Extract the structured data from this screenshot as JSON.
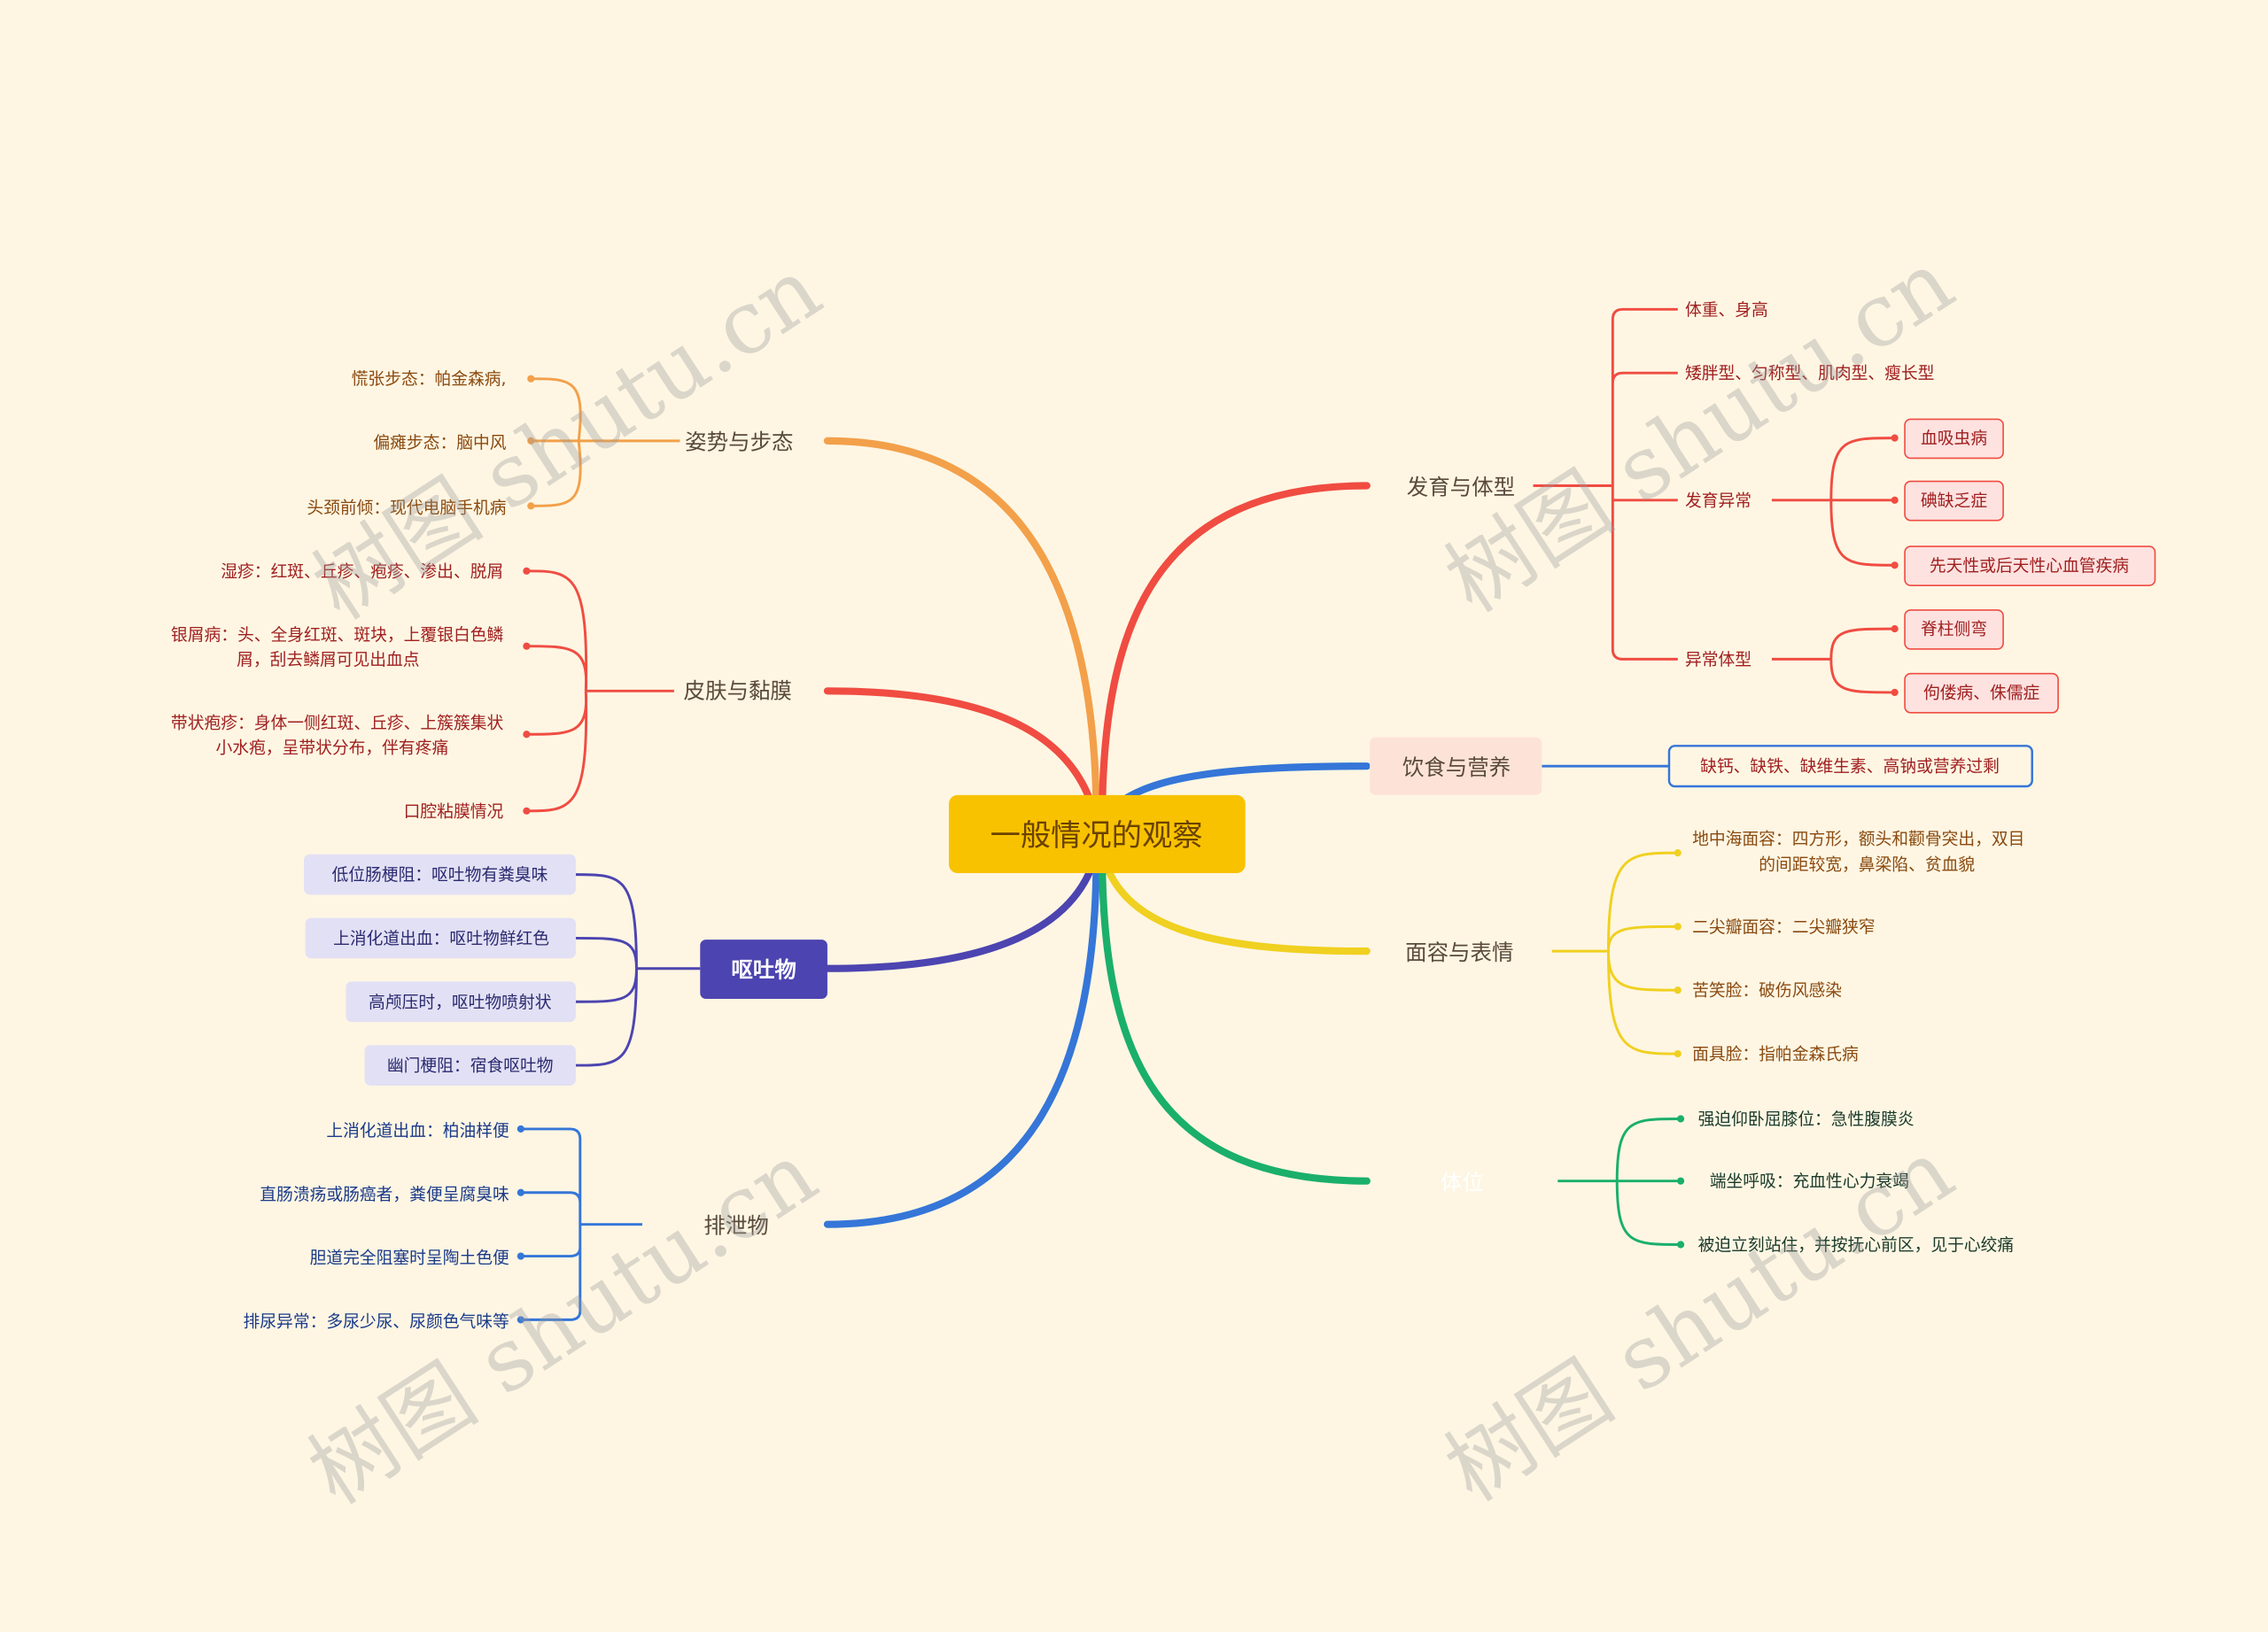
{
  "root": {
    "label": "一般情况的观察"
  },
  "watermark": "树图 shutu.cn",
  "colors": {
    "background": "#fef6e3",
    "root_fill": "#f8c200",
    "root_text": "#6b4200",
    "posture": "#f3a04a",
    "skin": "#f04c42",
    "vomit": "#4c44b0",
    "vomit_pill_bg": "#e2e0f4",
    "excretion": "#3576d8",
    "growth": "#f04c42",
    "pink_bg": "#fde2e0",
    "diet": "#3576d8",
    "diet_bg": "#fde3d7",
    "face": "#f0d020",
    "position": "#1aaf6b"
  },
  "branches": {
    "posture": {
      "label": "姿势与步态",
      "leaves": [
        "慌张步态：帕金森病,",
        "偏瘫步态：脑中风",
        "头颈前倾：现代电脑手机病"
      ]
    },
    "skin": {
      "label": "皮肤与黏膜",
      "leaves": [
        [
          "湿疹：红斑、丘疹、疱疹、渗出、脱屑"
        ],
        [
          "银屑病：头、全身红斑、斑块，上覆银白色鳞",
          "屑，刮去鳞屑可见出血点"
        ],
        [
          "带状疱疹：身体一侧红斑、丘疹、上簇簇集状",
          "小水疱，呈带状分布，伴有疼痛"
        ],
        [
          "口腔粘膜情况"
        ]
      ]
    },
    "vomit": {
      "label": "呕吐物",
      "leaves": [
        "低位肠梗阻：呕吐物有粪臭味",
        "上消化道出血：呕吐物鲜红色",
        "高颅压时，呕吐物喷射状",
        "幽门梗阻：宿食呕吐物"
      ]
    },
    "excretion": {
      "label": "排泄物",
      "leaves": [
        "上消化道出血：柏油样便",
        "直肠溃疡或肠癌者，粪便呈腐臭味",
        "胆道完全阻塞时呈陶土色便",
        "排尿异常：多尿少尿、尿颜色气味等"
      ]
    },
    "growth": {
      "label": "发育与体型",
      "children": [
        {
          "label": "体重、身高"
        },
        {
          "label": "矮胖型、匀称型、肌肉型、瘦长型"
        },
        {
          "label": "发育异常",
          "leaves": [
            "血吸虫病",
            "碘缺乏症",
            "先天性或后天性心血管疾病"
          ]
        },
        {
          "label": "异常体型",
          "leaves": [
            "脊柱侧弯",
            "佝偻病、侏儒症"
          ]
        }
      ]
    },
    "diet": {
      "label": "饮食与营养",
      "leaf": "缺钙、缺铁、缺维生素、高钠或营养过剩"
    },
    "face": {
      "label": "面容与表情",
      "leaves": [
        [
          "地中海面容：四方形，额头和颧骨突出，双目",
          "的间距较宽，鼻梁陷、贫血貌"
        ],
        [
          "二尖瓣面容：二尖瓣狭窄"
        ],
        [
          "苦笑脸：破伤风感染"
        ],
        [
          "面具脸：指帕金森氏病"
        ]
      ]
    },
    "position": {
      "label": "体位",
      "leaves": [
        "强迫仰卧屈膝位：急性腹膜炎",
        "端坐呼吸：充血性心力衰竭",
        "被迫立刻站住，并按抚心前区，见于心绞痛"
      ]
    }
  }
}
